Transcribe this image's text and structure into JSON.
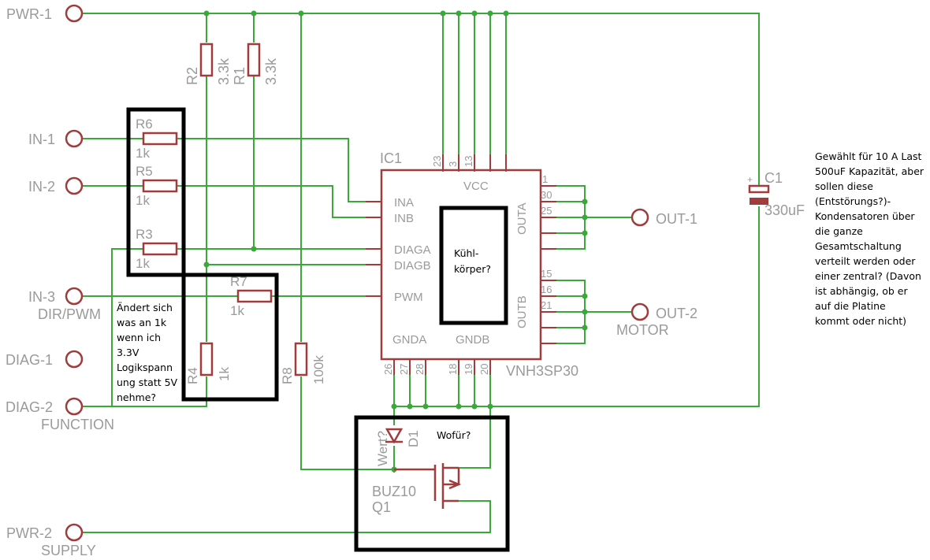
{
  "colors": {
    "wire": "#3aa83a",
    "part": "#a03c3c",
    "label": "#9a9a9a",
    "annotation_box": "#000000"
  },
  "ports": {
    "pwr1": "PWR-1",
    "in1": "IN-1",
    "in2": "IN-2",
    "in3": "IN-3",
    "in3_sub": "DIR/PWM",
    "diag1": "DIAG-1",
    "diag2": "DIAG-2",
    "diag2_sub": "FUNCTION",
    "pwr2": "PWR-2",
    "pwr2_sub": "SUPPLY",
    "out1": "OUT-1",
    "out2": "OUT-2",
    "out2_sub": "MOTOR"
  },
  "resistors": {
    "r1": {
      "name": "R1",
      "value": "3.3k"
    },
    "r2": {
      "name": "R2",
      "value": "3.3k"
    },
    "r3": {
      "name": "R3",
      "value": "1k"
    },
    "r4": {
      "name": "R4",
      "value": "1k"
    },
    "r5": {
      "name": "R5",
      "value": "1k"
    },
    "r6": {
      "name": "R6",
      "value": "1k"
    },
    "r7": {
      "name": "R7",
      "value": "1k"
    },
    "r8": {
      "name": "R8",
      "value": "100k"
    }
  },
  "capacitor": {
    "name": "C1",
    "value": "330uF",
    "polarity": "+"
  },
  "ic": {
    "name": "IC1",
    "part": "VNH3SP30",
    "pins": {
      "ina": "INA",
      "inb": "INB",
      "diaga": "DIAGA",
      "diagb": "DIAGB",
      "pwm": "PWM",
      "vcc": "VCC",
      "gnda": "GNDA",
      "gndb": "GNDB",
      "outa": "OUTA",
      "outb": "OUTB"
    },
    "top_pins": [
      "23",
      "3",
      "13"
    ],
    "right_a_pins": [
      "1",
      "30",
      "25"
    ],
    "right_b_pins": [
      "15",
      "16",
      "21"
    ],
    "bottom_pins": [
      "26",
      "27",
      "28",
      "18",
      "19",
      "20"
    ]
  },
  "diode": {
    "name": "D1",
    "value": "Wert?"
  },
  "mosfet": {
    "part": "BUZ10",
    "name": "Q1"
  },
  "annotations": {
    "heatsink": [
      "Kühl-",
      "körper?"
    ],
    "level": [
      "Ändert sich",
      "was an 1k",
      "wenn ich",
      "3.3V",
      "Logikspann",
      "ung statt 5V",
      "nehme?"
    ],
    "diode": [
      "Wofür?"
    ],
    "capacitor": [
      "Gewählt für 10 A Last",
      "500uF Kapazität, aber",
      "sollen diese",
      "(Entstörungs?)-",
      "Kondensatoren über",
      "die ganze",
      "Gesamtschaltung",
      "verteilt werden oder",
      "einer zentral? (Davon",
      "ist abhängig, ob er",
      "auf die Platine",
      "kommt oder nicht)"
    ]
  }
}
